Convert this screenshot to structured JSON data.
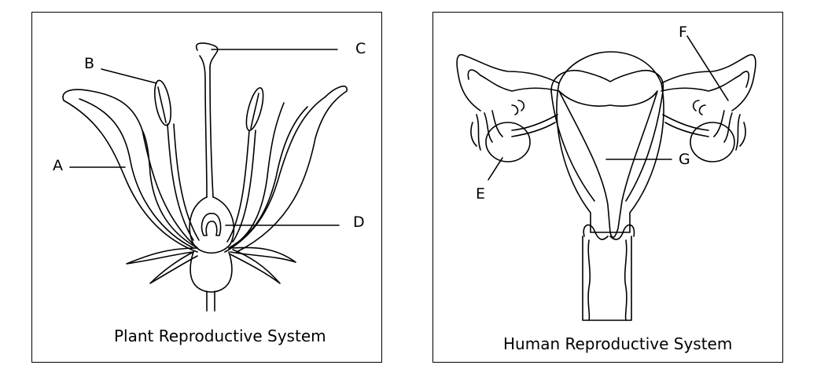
{
  "plant": {
    "title": "Plant Reproductive System",
    "labels": {
      "a": "A",
      "b": "B",
      "c": "C",
      "d": "D"
    }
  },
  "human": {
    "title": "Human Reproductive System",
    "labels": {
      "e": "E",
      "f": "F",
      "g": "G"
    }
  }
}
